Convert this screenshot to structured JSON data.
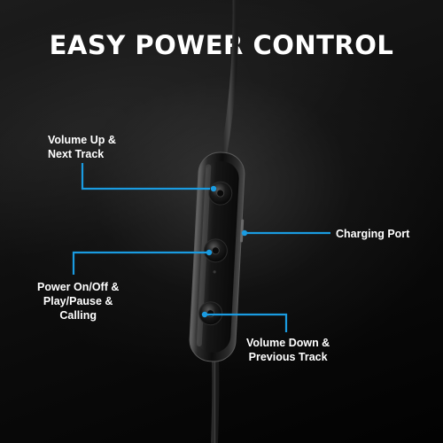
{
  "headline": "EASY POWER CONTROL",
  "accent_color": "#1a9be0",
  "callouts": {
    "volume_up": {
      "line1": "Volume Up &",
      "line2": "Next Track"
    },
    "charging_port": {
      "line1": "Charging Port"
    },
    "power": {
      "line1": "Power On/Off &",
      "line2": "Play/Pause &",
      "line3": "Calling"
    },
    "volume_down": {
      "line1": "Volume Down &",
      "line2": "Previous Track"
    }
  }
}
